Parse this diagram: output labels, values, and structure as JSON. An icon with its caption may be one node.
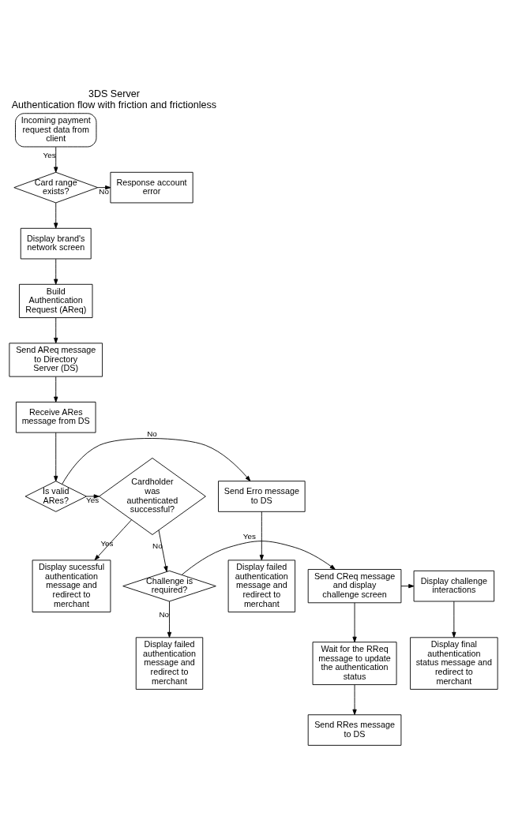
{
  "diagram": {
    "title": "3DS Server",
    "caption": "Authentication flow with friction and frictionless",
    "nodes": [
      {
        "text": [
          "Incoming payment request data from client"
        ]
      },
      {
        "text": [
          "Card range exists?"
        ]
      },
      {
        "text": [
          "Response account error"
        ]
      },
      {
        "text": [
          "Display brand's network screen"
        ]
      },
      {
        "text": [
          "Build Authentication Request (AReq)"
        ]
      },
      {
        "text": [
          "Send AReq message to Directory Server (DS)"
        ]
      },
      {
        "text": [
          "Receive ARes message from DS"
        ]
      },
      {
        "text": [
          "Is valid ARes?"
        ]
      },
      {
        "text": [
          "Send Erro message to DS"
        ]
      },
      {
        "text": [
          "Display failed authentication message and redirect to merchant"
        ]
      },
      {
        "text": [
          "Cardholder was authenticated successful?"
        ]
      },
      {
        "text": [
          "Display sucessful authentication message and redirect to merchant"
        ]
      },
      {
        "text": [
          "Challenge is required?"
        ]
      },
      {
        "text": [
          "Send CReq message and display challenge screen"
        ]
      },
      {
        "text": [
          "Display challenge interactions"
        ]
      },
      {
        "text": [
          "Display final authentication status message and redirect to merchant"
        ]
      },
      {
        "text": [
          "Wait for the RReq message to update the authentication status"
        ]
      },
      {
        "text": [
          "Send RRes message to DS"
        ]
      },
      {
        "text": [
          "Display failed authentication message and redirect to merchant"
        ]
      }
    ],
    "edges": [
      {
        "from": 0,
        "to": 1,
        "arrow": "to",
        "label": "Yes"
      },
      {
        "from": 1,
        "to": 2,
        "arrow": "to",
        "label": "No"
      },
      {
        "from": 1,
        "to": 3,
        "arrow": "to"
      },
      {
        "from": 3,
        "to": 4,
        "arrow": "to"
      },
      {
        "from": 4,
        "to": 5,
        "arrow": "to"
      },
      {
        "from": 5,
        "to": 6,
        "arrow": "to"
      },
      {
        "from": 6,
        "to": 7,
        "arrow": "to"
      },
      {
        "from": 7,
        "to": 8,
        "arrow": "to",
        "label": "No"
      },
      {
        "from": 8,
        "to": 9,
        "arrow": "to"
      },
      {
        "from": 7,
        "to": 10,
        "arrow": "to",
        "label": "Yes"
      },
      {
        "from": 10,
        "to": 11,
        "arrow": "to",
        "label": "Yes"
      },
      {
        "from": 10,
        "to": 12,
        "arrow": "to",
        "label": "No"
      },
      {
        "from": 12,
        "to": 13,
        "arrow": "to",
        "label": "Yes"
      },
      {
        "from": 13,
        "to": 14,
        "arrow": "to"
      },
      {
        "from": 14,
        "to": 15,
        "arrow": "to"
      },
      {
        "from": 13,
        "to": 16,
        "arrow": "to"
      },
      {
        "from": 16,
        "to": 17,
        "arrow": "to"
      },
      {
        "from": 12,
        "to": 18,
        "arrow": "to",
        "label": "No"
      }
    ]
  }
}
